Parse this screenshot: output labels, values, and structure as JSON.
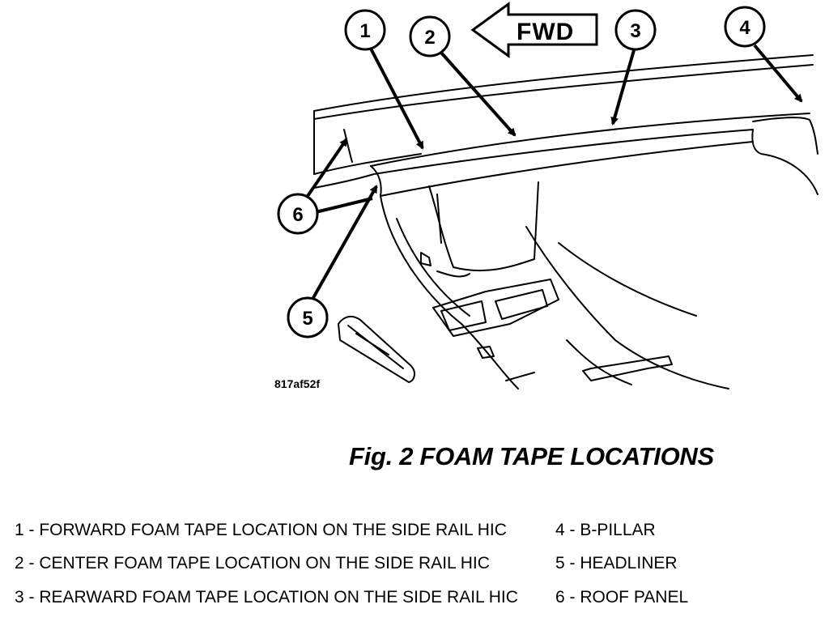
{
  "figure": {
    "code": "817af52f",
    "direction_label": "FWD",
    "callouts": [
      "1",
      "2",
      "3",
      "4",
      "5",
      "6"
    ]
  },
  "caption": "Fig. 2 FOAM TAPE LOCATIONS",
  "legend": [
    {
      "number": "1",
      "text": "1 - FORWARD FOAM TAPE LOCATION ON THE SIDE RAIL HIC"
    },
    {
      "number": "2",
      "text": "2 - CENTER FOAM TAPE LOCATION ON THE SIDE RAIL HIC"
    },
    {
      "number": "3",
      "text": "3 - REARWARD FOAM TAPE LOCATION ON THE SIDE RAIL HIC"
    },
    {
      "number": "4",
      "text": "4 - B-PILLAR"
    },
    {
      "number": "5",
      "text": "5 - HEADLINER"
    },
    {
      "number": "6",
      "text": "6 - ROOF PANEL"
    }
  ]
}
